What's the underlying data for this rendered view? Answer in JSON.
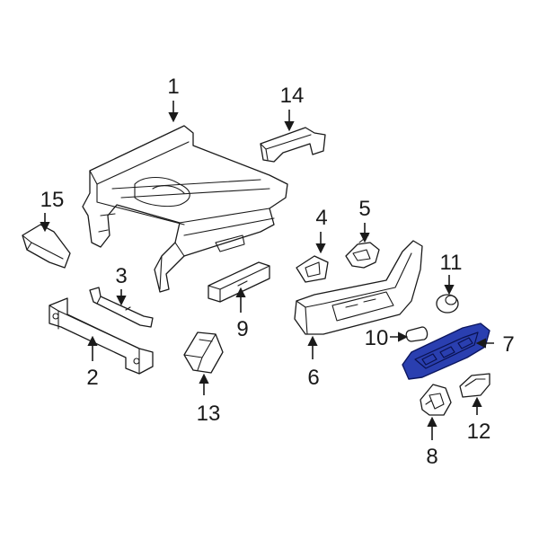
{
  "callouts": {
    "c1": "1",
    "c2": "2",
    "c3": "3",
    "c4": "4",
    "c5": "5",
    "c6": "6",
    "c7": "7",
    "c8": "8",
    "c9": "9",
    "c10": "10",
    "c11": "11",
    "c12": "12",
    "c13": "13",
    "c14": "14",
    "c15": "15"
  },
  "colors": {
    "highlight": "#2a3fb0",
    "line": "#1a1a1a",
    "background": "#ffffff"
  }
}
